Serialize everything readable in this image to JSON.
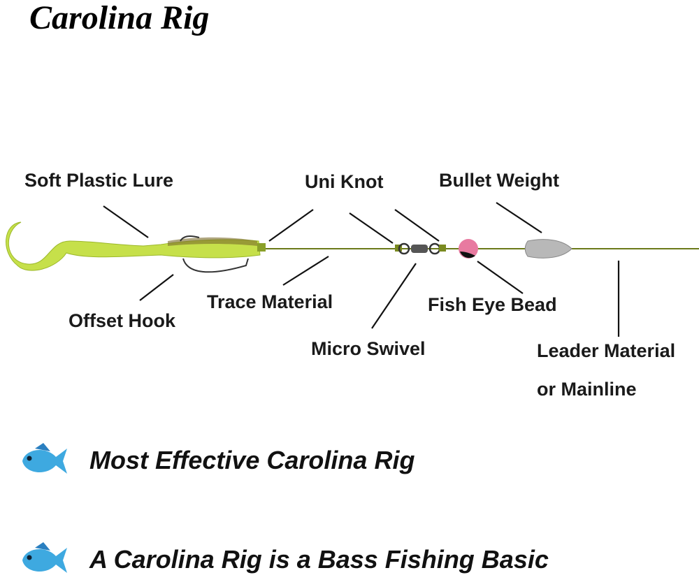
{
  "title": "Carolina Rig",
  "labels": {
    "soft_plastic_lure": "Soft Plastic Lure",
    "uni_knot": "Uni Knot",
    "bullet_weight": "Bullet Weight",
    "offset_hook": "Offset Hook",
    "trace_material": "Trace Material",
    "micro_swivel": "Micro Swivel",
    "fish_eye_bead": "Fish Eye Bead",
    "leader_material_line1": "Leader Material",
    "leader_material_line2": "or Mainline"
  },
  "features": [
    {
      "icon": "fish-icon",
      "text": "Most Effective Carolina Rig"
    },
    {
      "icon": "fish-icon",
      "text": "A Carolina Rig is a Bass Fishing Basic"
    }
  ],
  "colors": {
    "line": "#6b7a1a",
    "lure": "#c6e04a",
    "bead": "#e87aa0",
    "fish": "#3ea9e0"
  }
}
